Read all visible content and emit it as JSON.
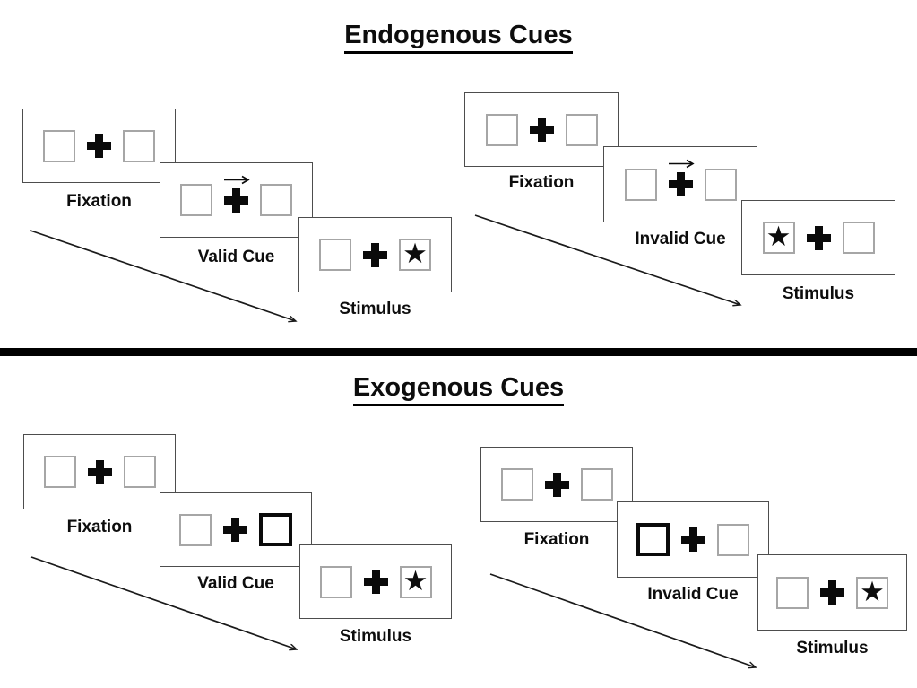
{
  "diagram": {
    "sections": [
      {
        "title": "Endogenous Cues",
        "sequences": [
          {
            "name": "valid-left",
            "panels": [
              {
                "label": "Fixation"
              },
              {
                "label": "Valid Cue"
              },
              {
                "label": "Stimulus"
              }
            ]
          },
          {
            "name": "invalid-right",
            "panels": [
              {
                "label": "Fixation"
              },
              {
                "label": "Invalid Cue"
              },
              {
                "label": "Stimulus"
              }
            ]
          }
        ]
      },
      {
        "title": "Exogenous Cues",
        "sequences": [
          {
            "name": "valid-left",
            "panels": [
              {
                "label": "Fixation"
              },
              {
                "label": "Valid Cue"
              },
              {
                "label": "Stimulus"
              }
            ]
          },
          {
            "name": "invalid-right",
            "panels": [
              {
                "label": "Fixation"
              },
              {
                "label": "Invalid Cue"
              },
              {
                "label": "Stimulus"
              }
            ]
          }
        ]
      }
    ],
    "glyphs": {
      "star": "★"
    },
    "colors": {
      "ink": "#0d0d0d",
      "box_border": "#a6a6a6",
      "panel_border": "#4d4d4d",
      "divider": "#000000"
    }
  }
}
